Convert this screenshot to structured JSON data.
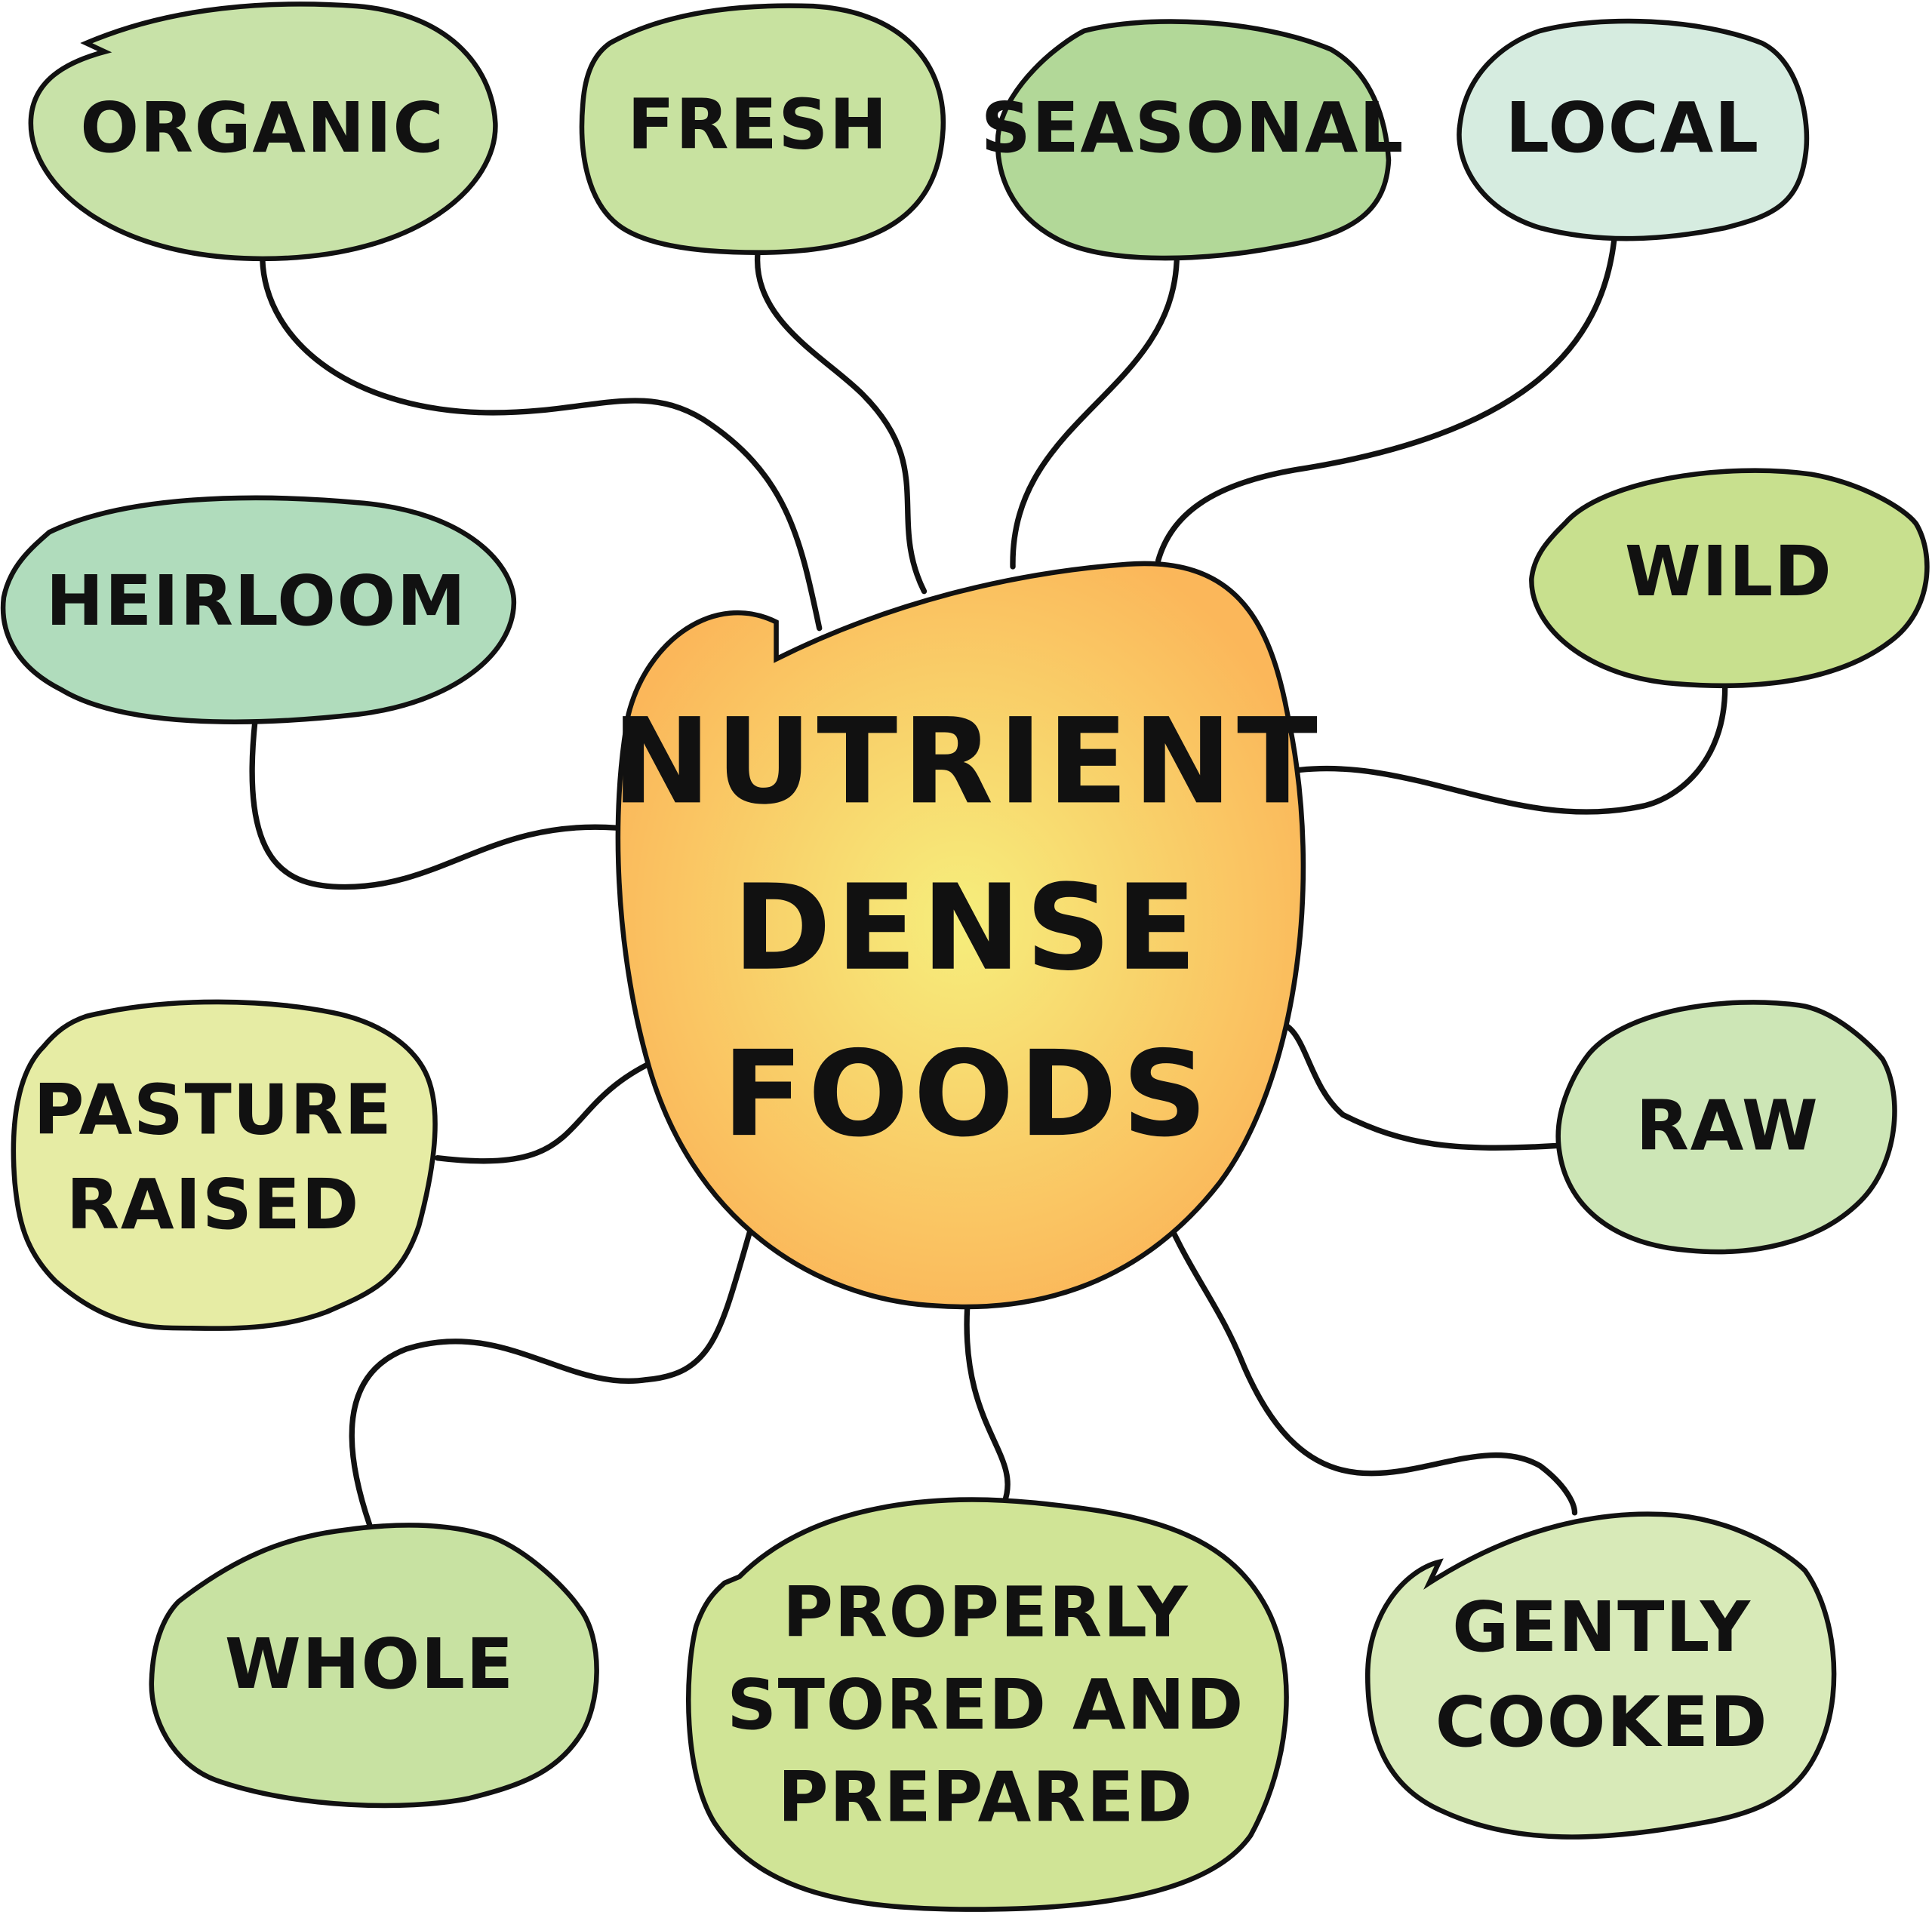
{
  "center": {
    "lines": [
      "NUTRIENT",
      "DENSE",
      "FOODS"
    ],
    "color_inner": "#f6ee7c",
    "color_outer": "#fbb75a"
  },
  "nodes": {
    "organic": {
      "lines": [
        "ORGANIC"
      ],
      "color": "#c8e2a8"
    },
    "fresh": {
      "lines": [
        "FRESH"
      ],
      "color": "#c8e2a0"
    },
    "seasonal": {
      "lines": [
        "SEASONAL"
      ],
      "color": "#b2d898"
    },
    "local": {
      "lines": [
        "LOCAL"
      ],
      "color": "#d6ece0"
    },
    "heirloom": {
      "lines": [
        "HEIRLOOM"
      ],
      "color": "#b0dcbc"
    },
    "wild": {
      "lines": [
        "WILD"
      ],
      "color": "#c8e08e"
    },
    "pasture_raised": {
      "lines": [
        "PASTURE",
        "RAISED"
      ],
      "color": "#e6eca4"
    },
    "raw": {
      "lines": [
        "RAW"
      ],
      "color": "#cde6b6"
    },
    "whole": {
      "lines": [
        "WHOLE"
      ],
      "color": "#c8e2a2"
    },
    "properly_stored": {
      "lines": [
        "PROPERLY",
        "STORED AND",
        "PREPARED"
      ],
      "color": "#d0e496"
    },
    "gently_cooked": {
      "lines": [
        "GENTLY",
        "COOKED"
      ],
      "color": "#d8eab8"
    }
  }
}
